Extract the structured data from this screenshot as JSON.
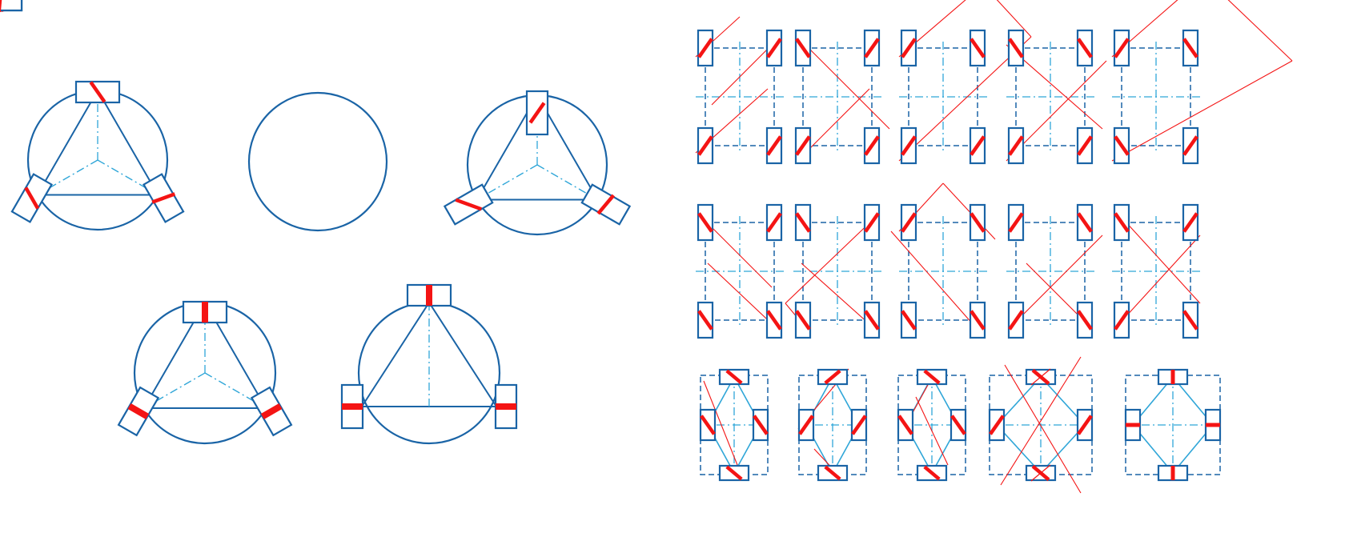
{
  "colors": {
    "outline": "#1a64a6",
    "centerline": "#2fa6d8",
    "wheel_mark": "#f41414",
    "guide_line": "#f41414",
    "background": "#ffffff"
  },
  "triangle_groups": {
    "row_1": [
      {
        "id": "tri-a",
        "style": "solid-triangle",
        "wheel_marks": [
          "diagonal-down",
          "tilted",
          "tilted"
        ]
      },
      {
        "id": "tri-b",
        "style": "dashdot-triangle",
        "wheel_marks": [
          "tilted",
          "tilted",
          "tilted"
        ]
      },
      {
        "id": "tri-c",
        "style": "solid-triangle",
        "wheel_marks": [
          "diagonal-up",
          "tilted",
          "tilted"
        ]
      }
    ],
    "row_2": [
      {
        "id": "tri-d",
        "style": "solid-triangle",
        "wheel_marks": [
          "radial",
          "radial",
          "radial"
        ]
      },
      {
        "id": "tri-e",
        "style": "solid-triangle-flat-sides",
        "wheel_marks": [
          "radial",
          "radial",
          "radial"
        ]
      }
    ]
  },
  "rectangle_groups": {
    "row_1": [
      {
        "id": "rect-1",
        "wheel_marks": [
          "/",
          "/",
          "/",
          "/"
        ]
      },
      {
        "id": "rect-2",
        "wheel_marks": [
          "\\",
          "/",
          "/",
          "/"
        ]
      },
      {
        "id": "rect-3",
        "wheel_marks": [
          "/",
          "\\",
          "/",
          "/"
        ]
      },
      {
        "id": "rect-4",
        "wheel_marks": [
          "\\",
          "\\",
          "/",
          "/"
        ]
      },
      {
        "id": "rect-5",
        "wheel_marks": [
          "/",
          "\\",
          "\\",
          "/"
        ]
      }
    ],
    "row_2": [
      {
        "id": "rect-6",
        "wheel_marks": [
          "\\",
          "/",
          "\\",
          "\\"
        ]
      },
      {
        "id": "rect-7",
        "wheel_marks": [
          "\\",
          "/",
          "\\",
          "\\"
        ]
      },
      {
        "id": "rect-8",
        "wheel_marks": [
          "/",
          "\\",
          "\\",
          "\\"
        ]
      },
      {
        "id": "rect-9",
        "wheel_marks": [
          "/",
          "\\",
          "/",
          "\\"
        ]
      },
      {
        "id": "rect-10",
        "wheel_marks": [
          "\\",
          "/",
          "/",
          "\\"
        ]
      }
    ]
  },
  "diamond_groups": [
    {
      "id": "dia-1",
      "wheel_marks": [
        "\\",
        "\\",
        "\\",
        "\\"
      ]
    },
    {
      "id": "dia-2",
      "wheel_marks": [
        "/",
        "/",
        "/",
        "\\"
      ]
    },
    {
      "id": "dia-3",
      "wheel_marks": [
        "\\",
        "\\",
        "\\",
        "\\"
      ]
    },
    {
      "id": "dia-4",
      "wheel_marks": [
        "x",
        "/",
        "/",
        "x"
      ]
    },
    {
      "id": "dia-5",
      "wheel_marks": [
        "|",
        "-",
        "-",
        "|"
      ]
    }
  ]
}
